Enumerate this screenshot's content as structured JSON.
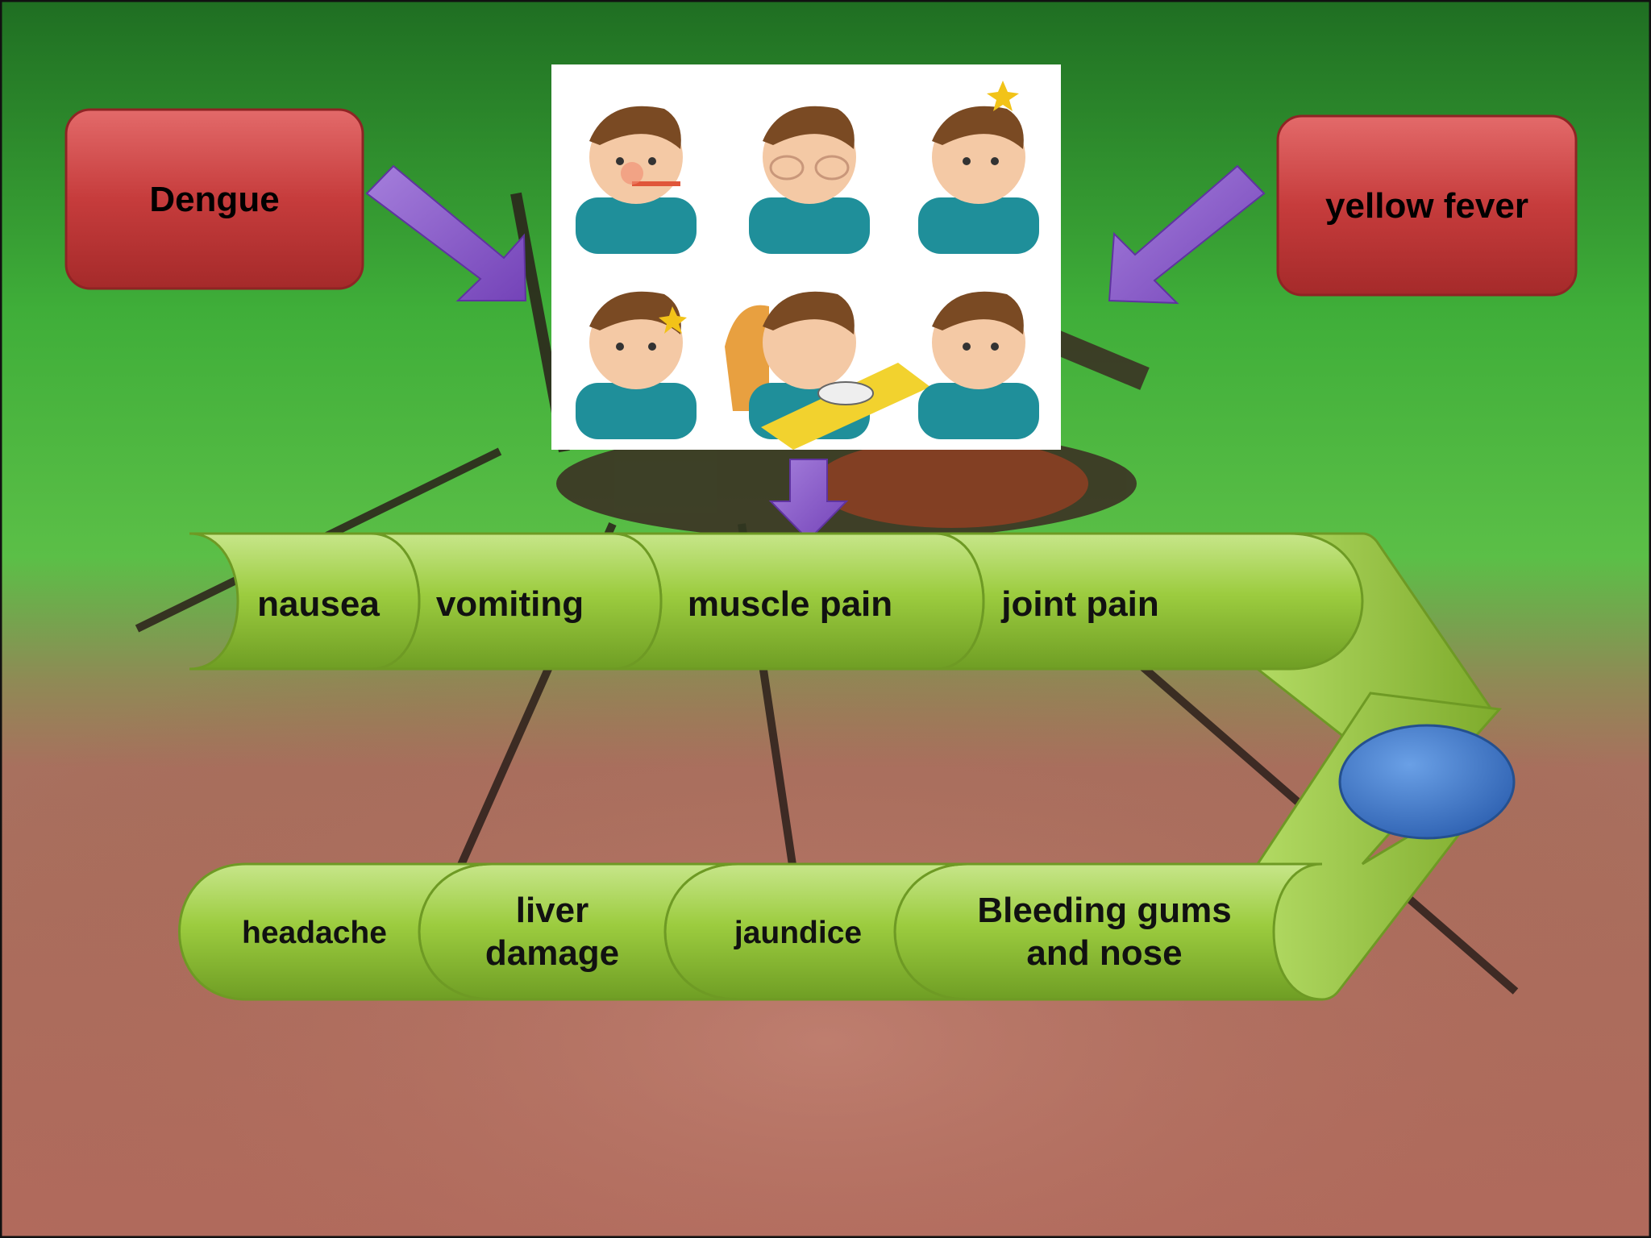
{
  "colors": {
    "red_box": "#c63c3c",
    "arrow": "#8a5cc9",
    "chevron_green": "#9ccc3f",
    "chevron_edge": "#6e9a24",
    "oval": "#3e78c9",
    "bg_green": "#3aa83a",
    "skin": "#b47060"
  },
  "diseases": {
    "left": "Dengue",
    "right": "yellow fever"
  },
  "illustration": {
    "icon": "sick-boy-symptoms-illustration"
  },
  "chain": {
    "top": [
      "nausea",
      "vomiting",
      "muscle pain",
      "joint pain"
    ],
    "bottom": [
      "headache",
      "liver damage",
      "jaundice",
      "Bleeding gums and nose"
    ]
  }
}
